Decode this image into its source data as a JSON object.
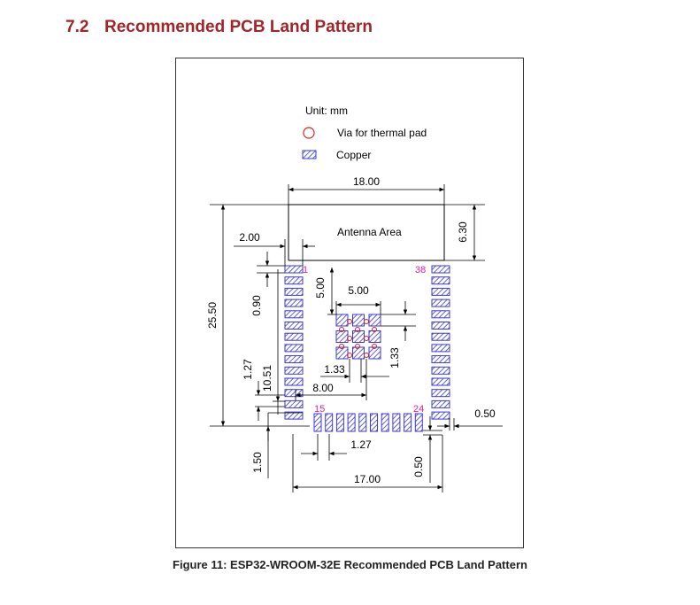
{
  "section": {
    "number": "7.2",
    "title": "Recommended PCB Land Pattern"
  },
  "legend": {
    "unit": "Unit: mm",
    "via_label": "Via for thermal pad",
    "copper_label": "Copper"
  },
  "labels": {
    "antenna_area": "Antenna Area",
    "pin_1": "1",
    "pin_38": "38",
    "pin_15": "15",
    "pin_24": "24"
  },
  "dimensions": {
    "width_top": "18.00",
    "antenna_height": "6.30",
    "left_offset": "2.00",
    "total_height": "25.50",
    "pad_width": "0.90",
    "thermal_offset": "5.00",
    "thermal_width": "5.00",
    "pitch_left": "1.27",
    "side_length": "10.51",
    "thermal_left": "8.00",
    "thermal_gap_h": "1.33",
    "thermal_gap_v": "1.33",
    "right_gap": "0.50",
    "pad_length": "1.50",
    "pitch_bottom": "1.27",
    "bottom_gap": "0.50",
    "width_bottom": "17.00"
  },
  "colors": {
    "heading": "#a0262a",
    "copper": "#3a3ad8",
    "pin_number": "#e0209a",
    "via": "#e02020",
    "line": "#000000"
  },
  "caption": "Figure 11: ESP32-WROOM-32E Recommended PCB Land Pattern"
}
